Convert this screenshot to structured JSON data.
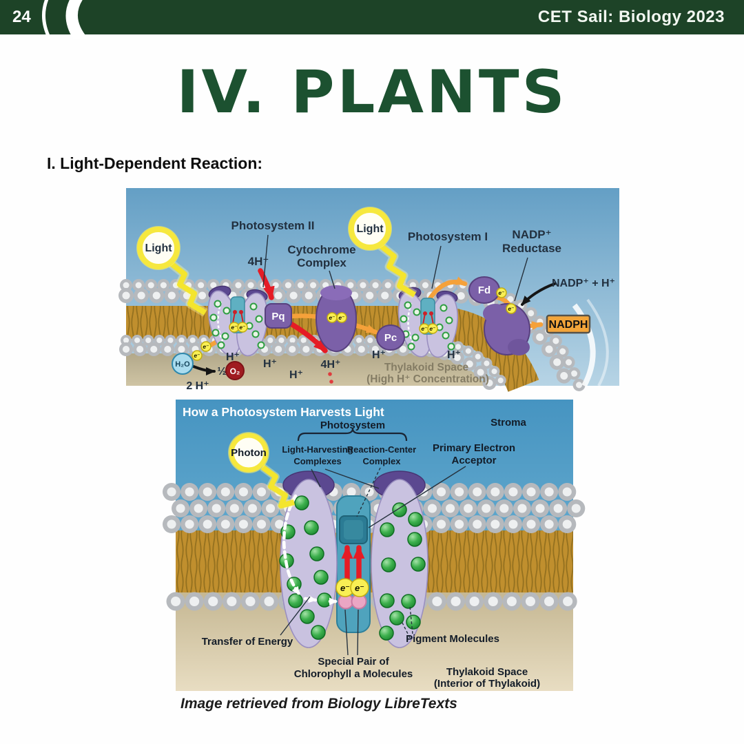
{
  "page": {
    "number": "24",
    "header_title": "CET Sail: Biology 2023",
    "title": "IV. PLANTS",
    "section_heading": "I. Light-Dependent Reaction:",
    "caption": "Image retrieved from Biology LibreTexts"
  },
  "colors": {
    "header_green": "#1d4327",
    "title_green": "#1c5130",
    "sky_blue": "#5b9cc6",
    "membrane_gold": "#c08f2e",
    "thylakoid_tan": "#c3b795",
    "protein_purple": "#7b60a8",
    "lobe_lavender": "#c9c2e0",
    "pigment_green": "#3db04d",
    "arrow_orange": "#f5a13a",
    "arrow_red": "#e51c25",
    "electron_yellow": "#f9ef54",
    "nadph_box": "#f3a53a",
    "reaction_teal": "#4fa3bd",
    "special_pair_pink": "#eaa6c4"
  },
  "diagram1": {
    "labels": {
      "light": "Light",
      "photosystem_ii": "Photosystem II",
      "cytochrome_1": "Cytochrome",
      "cytochrome_2": "Complex",
      "four_h_top": "4H⁺",
      "pq": "Pq",
      "pc": "Pc",
      "fd": "Fd",
      "photosystem_i": "Photosystem I",
      "nadp_reductase_1": "NADP⁺",
      "nadp_reductase_2": "Reductase",
      "nadp_plus_h": "NADP⁺ + H⁺",
      "nadph": "NADPH",
      "h2o": "H₂O",
      "half": "½",
      "o2": "O₂",
      "two_h": "2 H⁺",
      "h_plus": "H⁺",
      "four_h_bottom": "4H⁺",
      "thylakoid_1": "Thylakoid Space",
      "thylakoid_2": "(High H⁺ Concentration)",
      "e_minus": "e⁻"
    }
  },
  "diagram2": {
    "title": "How a Photosystem Harvests Light",
    "labels": {
      "photon": "Photon",
      "photosystem": "Photosystem",
      "stroma": "Stroma",
      "lhc_1": "Light-Harvesting",
      "lhc_2": "Complexes",
      "rcc_1": "Reaction-Center",
      "rcc_2": "Complex",
      "pea_1": "Primary Electron",
      "pea_2": "Acceptor",
      "transfer": "Transfer of Energy",
      "special_1": "Special Pair of",
      "special_2": "Chlorophyll a Molecules",
      "pigment": "Pigment Molecules",
      "thylakoid_1": "Thylakoid Space",
      "thylakoid_2": "(Interior of Thylakoid)",
      "e_minus": "e⁻"
    }
  }
}
